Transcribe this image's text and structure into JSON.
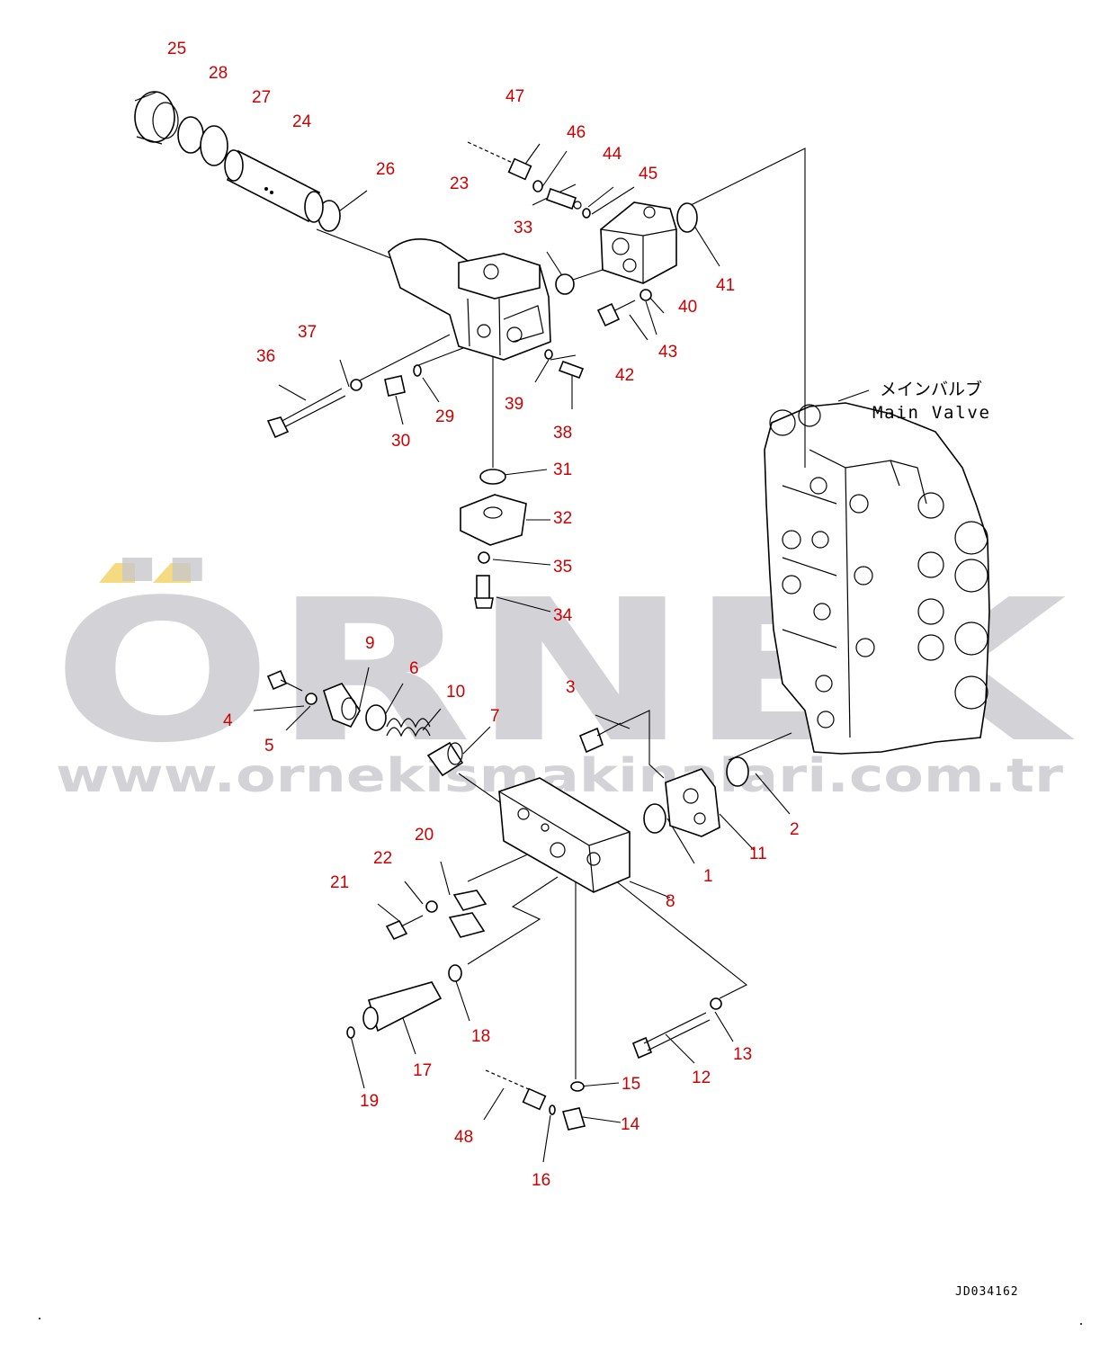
{
  "watermark": {
    "brand": "ÖRNEK",
    "url": "www.ornekismakinalari.com.tr"
  },
  "labels": {
    "main_valve_jp": "メインバルブ",
    "main_valve_en": "Main Valve",
    "drawing_code": "JD034162"
  },
  "callouts": [
    "25",
    "28",
    "27",
    "24",
    "26",
    "23",
    "47",
    "46",
    "44",
    "45",
    "33",
    "41",
    "40",
    "37",
    "43",
    "36",
    "42",
    "39",
    "29",
    "38",
    "30",
    "31",
    "32",
    "35",
    "34",
    "9",
    "6",
    "3",
    "10",
    "7",
    "4",
    "5",
    "2",
    "20",
    "11",
    "22",
    "1",
    "21",
    "8",
    "18",
    "13",
    "17",
    "12",
    "15",
    "19",
    "14",
    "48",
    "16"
  ],
  "colors": {
    "callout": "#cc0000",
    "line": "#000000",
    "watermark_gray": "#c7c7cc",
    "watermark_accent": "#f4d36a"
  }
}
